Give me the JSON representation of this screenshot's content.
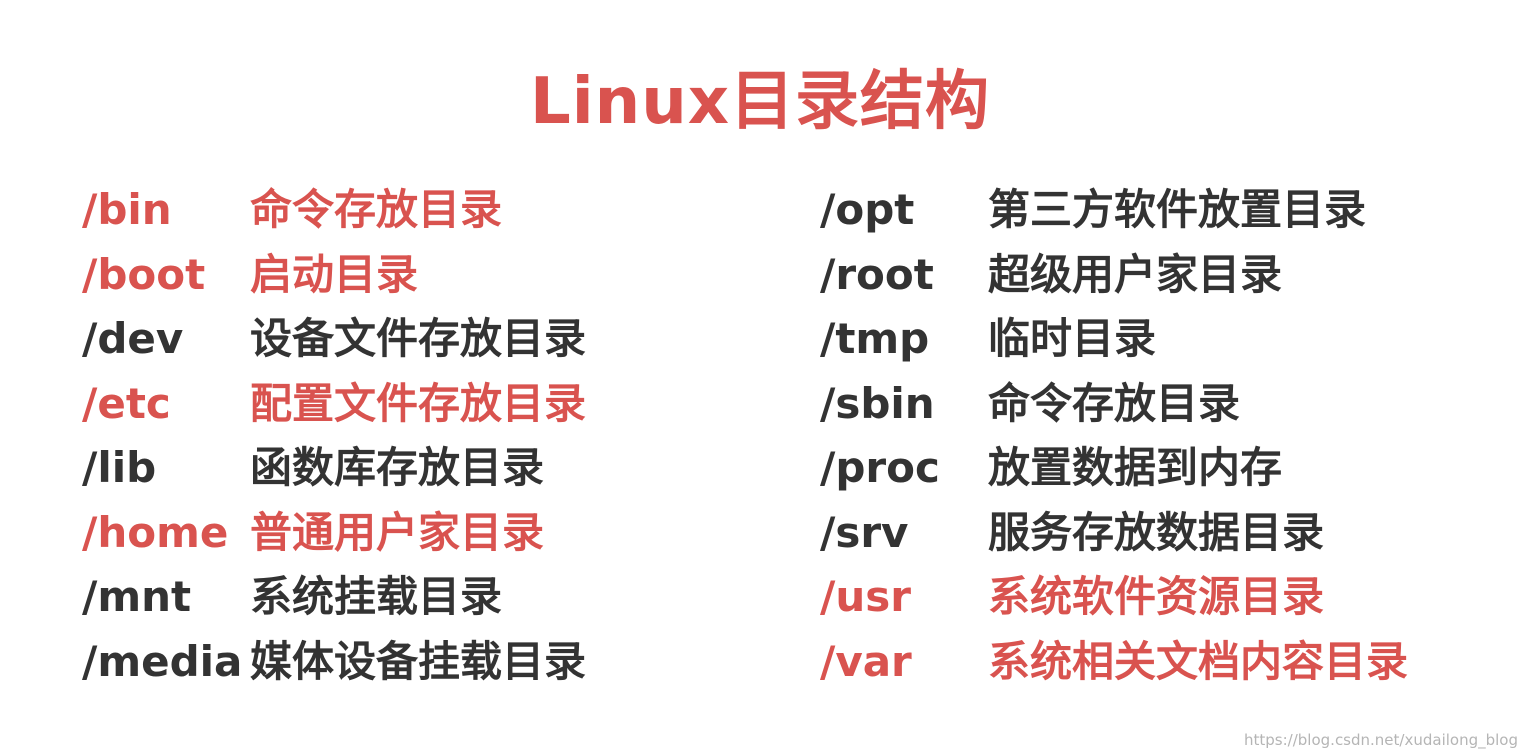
{
  "title": "Linux目录结构",
  "colors": {
    "highlight": "#d9534f",
    "normal": "#333333",
    "title": "#d9534f",
    "watermark": "#b5b5b5",
    "background": "#ffffff"
  },
  "left_entries": [
    {
      "path": "/bin",
      "desc": "命令存放目录",
      "highlight": true
    },
    {
      "path": "/boot",
      "desc": "启动目录",
      "highlight": true
    },
    {
      "path": "/dev",
      "desc": "设备文件存放目录",
      "highlight": false
    },
    {
      "path": "/etc",
      "desc": "配置文件存放目录",
      "highlight": true
    },
    {
      "path": "/lib",
      "desc": "函数库存放目录",
      "highlight": false
    },
    {
      "path": "/home",
      "desc": "普通用户家目录",
      "highlight": true
    },
    {
      "path": "/mnt",
      "desc": "系统挂载目录",
      "highlight": false
    },
    {
      "path": "/media",
      "desc": "媒体设备挂载目录",
      "highlight": false
    }
  ],
  "right_entries": [
    {
      "path": "/opt",
      "desc": "第三方软件放置目录",
      "highlight": false
    },
    {
      "path": "/root",
      "desc": "超级用户家目录",
      "highlight": false
    },
    {
      "path": "/tmp",
      "desc": "临时目录",
      "highlight": false
    },
    {
      "path": "/sbin",
      "desc": "命令存放目录",
      "highlight": false
    },
    {
      "path": "/proc",
      "desc": "放置数据到内存",
      "highlight": false
    },
    {
      "path": "/srv",
      "desc": "服务存放数据目录",
      "highlight": false
    },
    {
      "path": "/usr",
      "desc": "系统软件资源目录",
      "highlight": true
    },
    {
      "path": "/var",
      "desc": "系统相关文档内容目录",
      "highlight": true
    }
  ],
  "watermark": "https://blog.csdn.net/xudailong_blog"
}
